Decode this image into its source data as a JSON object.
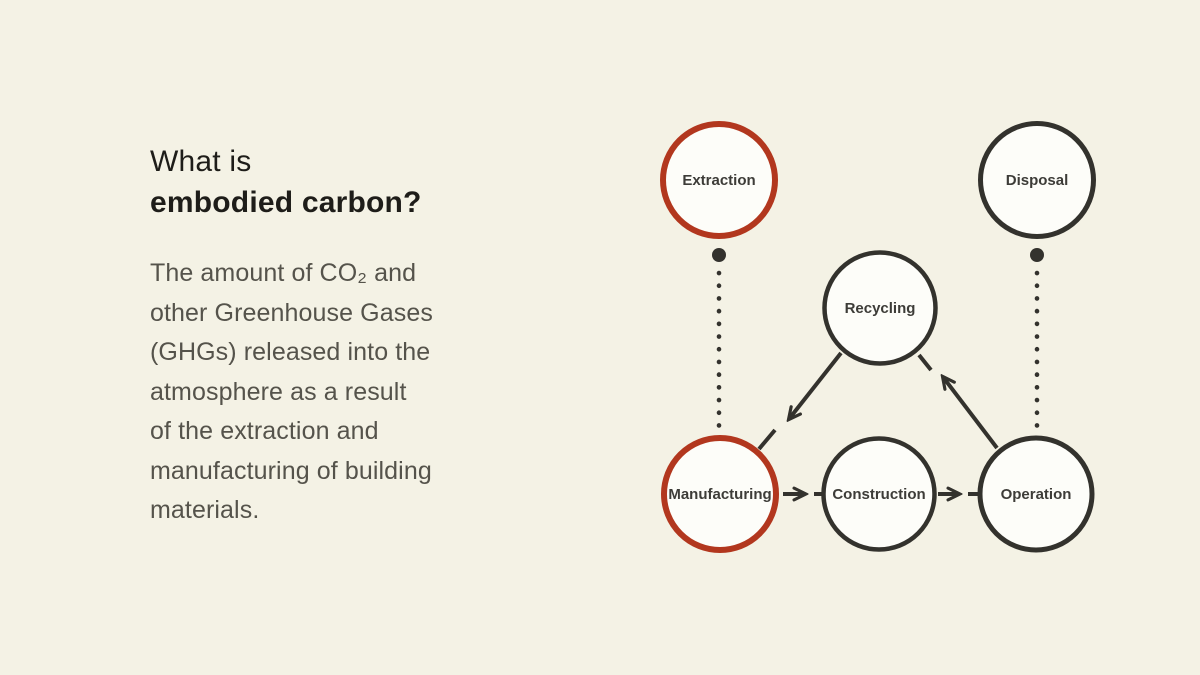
{
  "colors": {
    "bg": "#f4f2e5",
    "red": "#b2371e",
    "dark": "#33322d",
    "label": "#3d3c38",
    "title": "#1e1d19",
    "body": "#55534b",
    "node_fill": "#fdfdf9"
  },
  "panel": {
    "title_line1": "What is",
    "title_line2": "embodied carbon?",
    "body_lines": [
      "The amount of CO₂ and",
      "other Greenhouse Gases",
      "(GHGs) released into the",
      "atmosphere as a result",
      "of the extraction and",
      "manufacturing of building",
      "materials."
    ]
  },
  "diagram": {
    "nodes": [
      {
        "id": "extraction",
        "label": "Extraction",
        "accent": "red"
      },
      {
        "id": "disposal",
        "label": "Disposal",
        "accent": "dark"
      },
      {
        "id": "recycling",
        "label": "Recycling",
        "accent": "dark"
      },
      {
        "id": "manufacturing",
        "label": "Manufacturing",
        "accent": "red"
      },
      {
        "id": "construction",
        "label": "Construction",
        "accent": "dark"
      },
      {
        "id": "operation",
        "label": "Operation",
        "accent": "dark"
      }
    ],
    "edges": [
      {
        "from": "extraction",
        "to": "manufacturing",
        "style": "dotted"
      },
      {
        "from": "disposal",
        "to": "operation",
        "style": "dotted"
      },
      {
        "from": "recycling",
        "to": "manufacturing",
        "style": "arrow"
      },
      {
        "from": "operation",
        "to": "recycling",
        "style": "arrow"
      },
      {
        "from": "manufacturing",
        "to": "construction",
        "style": "arrow"
      },
      {
        "from": "construction",
        "to": "operation",
        "style": "arrow"
      }
    ]
  }
}
